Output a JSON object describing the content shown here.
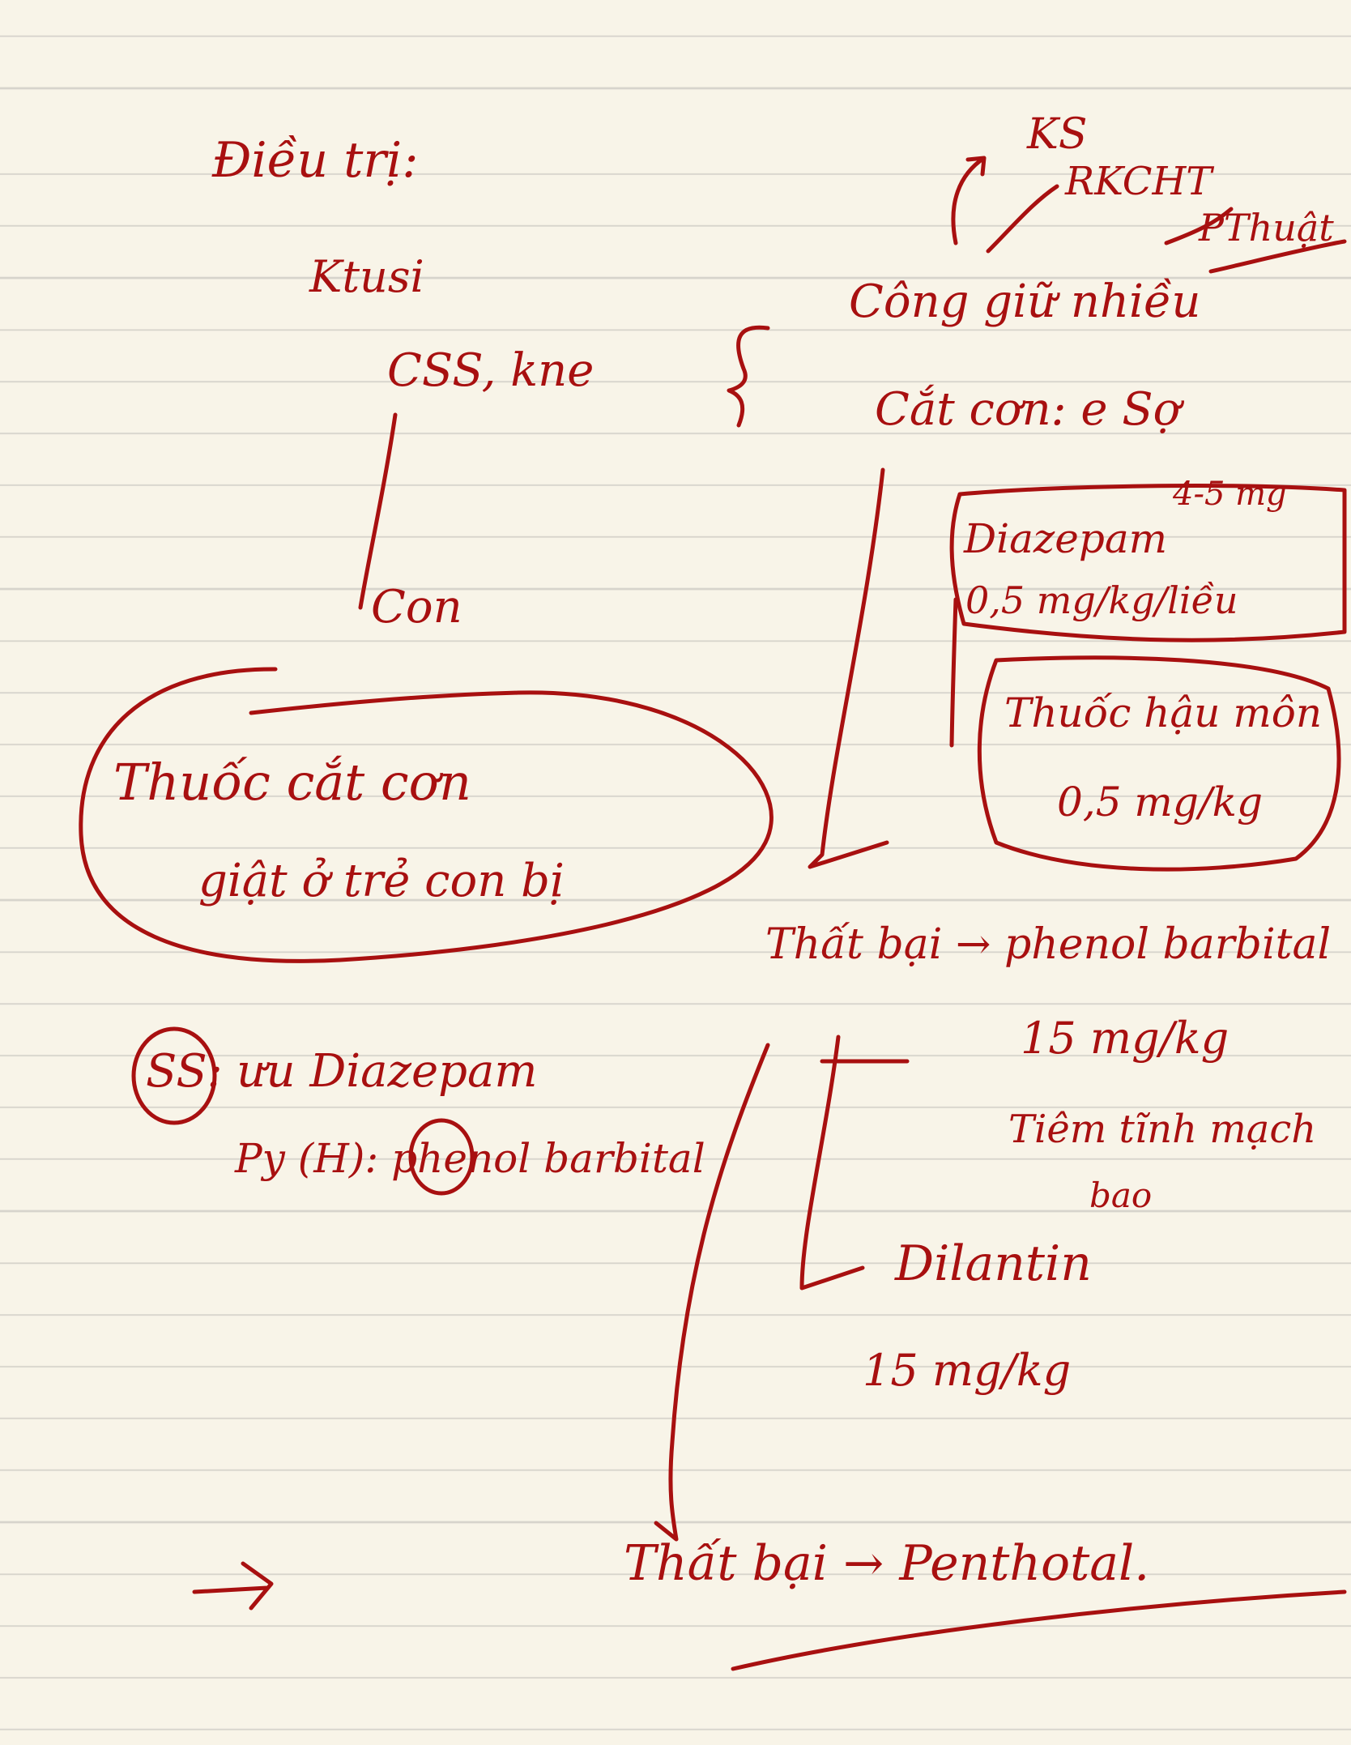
{
  "page": {
    "ink_color": "#a81010",
    "paper_color": "#f8f4e8",
    "rule_color": "#d7d4cc"
  },
  "notes": {
    "heading": "Điều trị:",
    "branch_root": "Ktusi",
    "branch_css": "CSS, kne",
    "branch_con": "Con",
    "circled_note_line1": "Thuốc cắt cơn",
    "circled_note_line2": "giật ở trẻ con bị",
    "ss_line": "SS: ưu Diazepam",
    "ss_sub": "Py (H): phenol barbital",
    "ks": "KS",
    "rkcht": "RKCHT",
    "pthuat": "PThuật",
    "cong_line": "Công giữ nhiều",
    "cat_con": "Cắt cơn: e Sợ",
    "dose_unit": "4-5 mg",
    "diazepam_line1": "Diazepam",
    "diazepam_line2": "0,5 mg/kg/liều",
    "thuoc_hau_mon_line1": "Thuốc hậu môn",
    "thuoc_hau_mon_line2": "0,5 mg/kg",
    "thatbai_phenol": "Thất bại → phenol barbital",
    "dose_15": "15 mg/kg",
    "tinh_mach": "Tiêm tĩnh mạch",
    "bao": "bao",
    "dilantin": "Dilantin",
    "dose_dilantin": "15 mg/kg",
    "thatbai_pentho": "Thất bại → Penthotal.",
    "arrow": "→"
  }
}
